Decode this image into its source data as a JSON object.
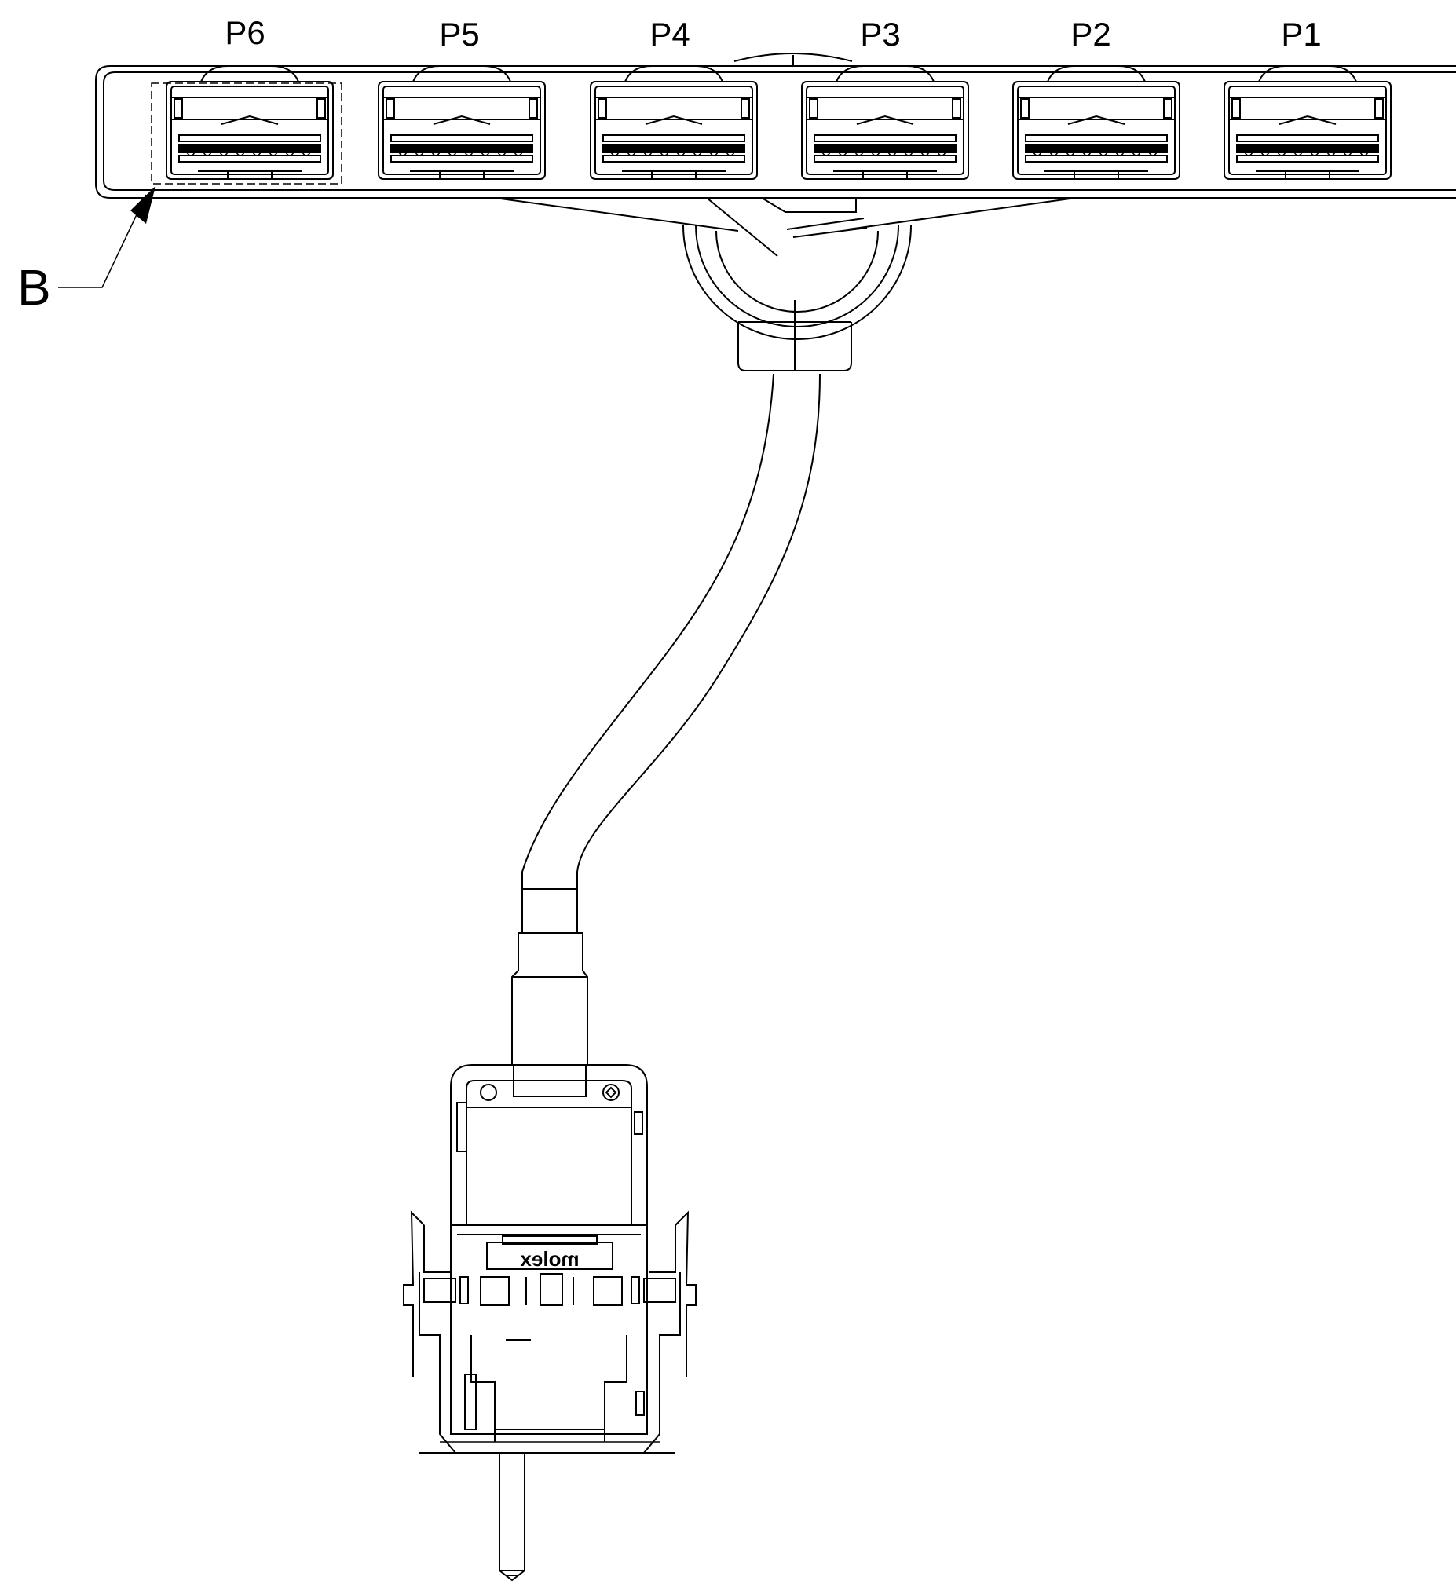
{
  "ports": [
    "P6",
    "P5",
    "P4",
    "P3",
    "P2",
    "P1"
  ],
  "callout": {
    "letter": "B"
  },
  "connector": {
    "brand_mark": "molex"
  },
  "colors": {
    "line": "#000000",
    "background": "#ffffff"
  }
}
